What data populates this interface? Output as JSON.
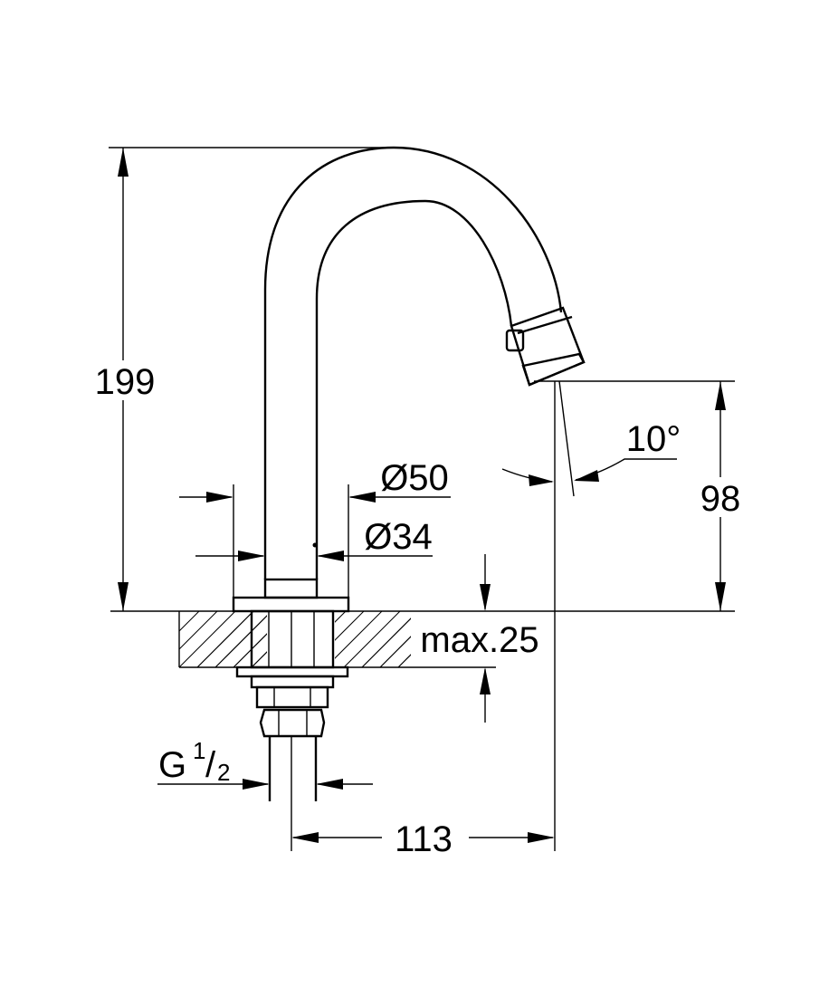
{
  "drawing": {
    "labels": {
      "height_total": "199",
      "height_outlet": "98",
      "angle": "10°",
      "diameter_outer": "Ø50",
      "diameter_inner": "Ø34",
      "max_thickness": "max.25",
      "thread_prefix": "G",
      "thread_num": "1",
      "thread_slash": "/",
      "thread_den": "2",
      "projection": "113"
    },
    "colors": {
      "line": "#000000",
      "background": "#ffffff"
    }
  }
}
